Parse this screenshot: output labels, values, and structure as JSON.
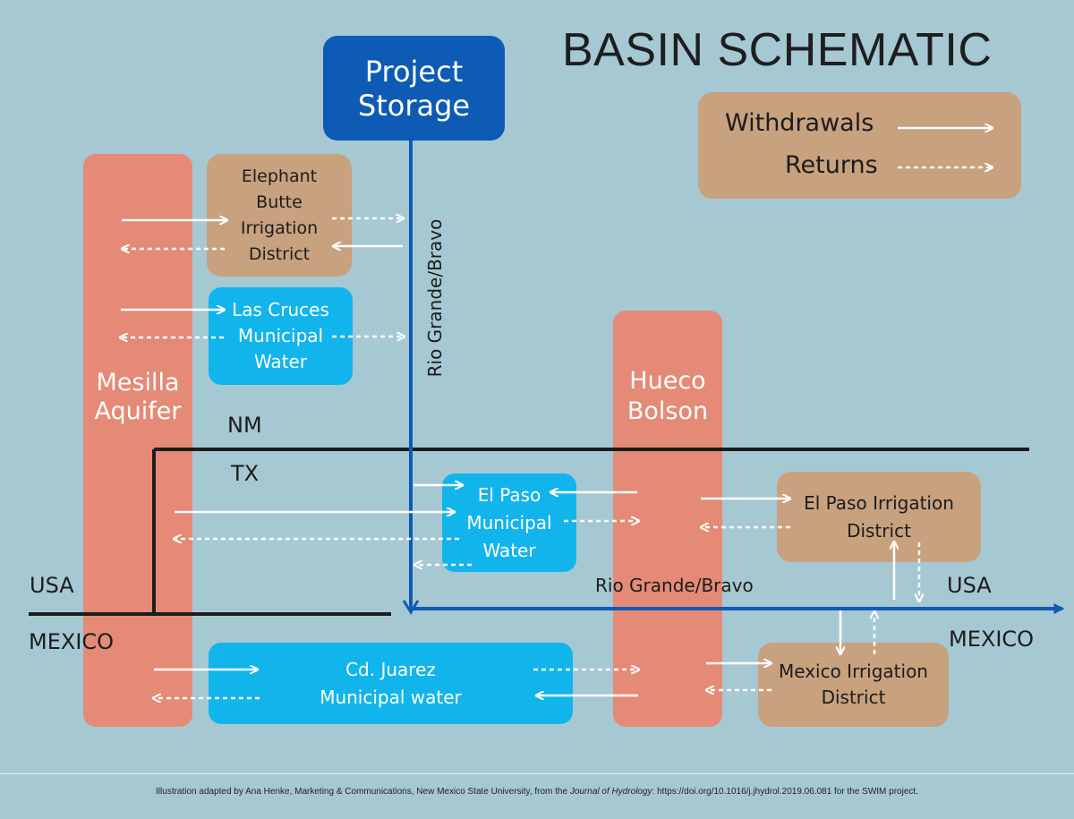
{
  "title": "BASIN SCHEMATIC",
  "legend": {
    "withdrawals": "Withdrawals",
    "returns": "Returns"
  },
  "nodes": {
    "project_storage": "Project Storage",
    "mesilla_aquifer": "Mesilla Aquifer",
    "hueco_bolson": "Hueco Bolson",
    "elephant_butte": "Elephant Butte Irrigation District",
    "las_cruces": "Las Cruces Municipal Water",
    "el_paso_municipal": "El Paso Municipal Water",
    "el_paso_irrigation": "El Paso Irrigation District",
    "cd_juarez": "Cd. Juarez Municipal water",
    "mexico_irrigation": "Mexico Irrigation District"
  },
  "labels": {
    "river_vertical": "Rio Grande/Bravo",
    "river_horizontal": "Rio Grande/Bravo",
    "nm": "NM",
    "tx": "TX",
    "usa_left": "USA",
    "mexico_left": "MEXICO",
    "usa_right": "USA",
    "mexico_right": "MEXICO"
  },
  "footer": {
    "before": "Illustration adapted by Ana Henke, Marketing & Communications, New Mexico State University, from the ",
    "journal": "Journal of Hydrology",
    "after": ": https://doi.org/10.1016/j.jhydrol.2019.06.081 for the SWIM project."
  },
  "colors": {
    "background": "#a6c8d3",
    "tan": "#c8a17f",
    "municipal_blue": "#12b4ec",
    "aquifer_salmon": "#e48a76",
    "river_blue": "#0d5bb4"
  }
}
